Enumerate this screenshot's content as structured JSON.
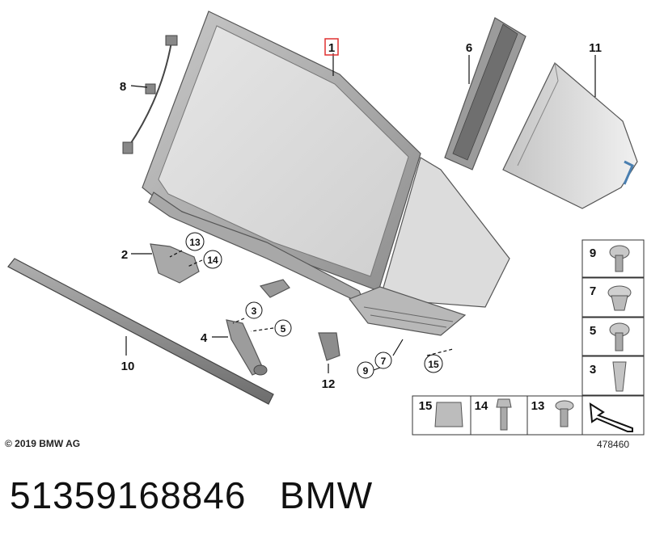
{
  "diagram": {
    "callouts": [
      {
        "id": "c1",
        "text": "1"
      },
      {
        "id": "c2",
        "text": "2"
      },
      {
        "id": "c3",
        "text": "3"
      },
      {
        "id": "c4",
        "text": "4"
      },
      {
        "id": "c5",
        "text": "5"
      },
      {
        "id": "c6",
        "text": "6"
      },
      {
        "id": "c7",
        "text": "7"
      },
      {
        "id": "c8",
        "text": "8"
      },
      {
        "id": "c9",
        "text": "9"
      },
      {
        "id": "c10",
        "text": "10"
      },
      {
        "id": "c11",
        "text": "11"
      },
      {
        "id": "c12",
        "text": "12"
      },
      {
        "id": "c13",
        "text": "13"
      },
      {
        "id": "c14",
        "text": "14"
      },
      {
        "id": "c15",
        "text": "15"
      }
    ],
    "legend_panels": [
      {
        "id": "p9",
        "text": "9"
      },
      {
        "id": "p7",
        "text": "7"
      },
      {
        "id": "p5",
        "text": "5"
      },
      {
        "id": "p3",
        "text": "3"
      },
      {
        "id": "p15",
        "text": "15"
      },
      {
        "id": "p14",
        "text": "14"
      },
      {
        "id": "p13",
        "text": "13"
      }
    ],
    "copyright": "© 2019 BMW AG",
    "drawing_number": "478460",
    "highlight_color": "#e03030"
  },
  "caption": {
    "part_number": "51359168846",
    "brand": "BMW"
  }
}
